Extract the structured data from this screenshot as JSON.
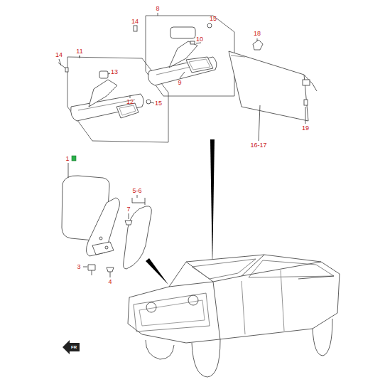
{
  "diagram": {
    "labels": [
      "14",
      "11",
      "13",
      "12",
      "15",
      "8",
      "14",
      "15",
      "10",
      "9",
      "18",
      "16-17",
      "19",
      "1",
      "5-6",
      "7",
      "3",
      "4",
      "FR"
    ]
  }
}
